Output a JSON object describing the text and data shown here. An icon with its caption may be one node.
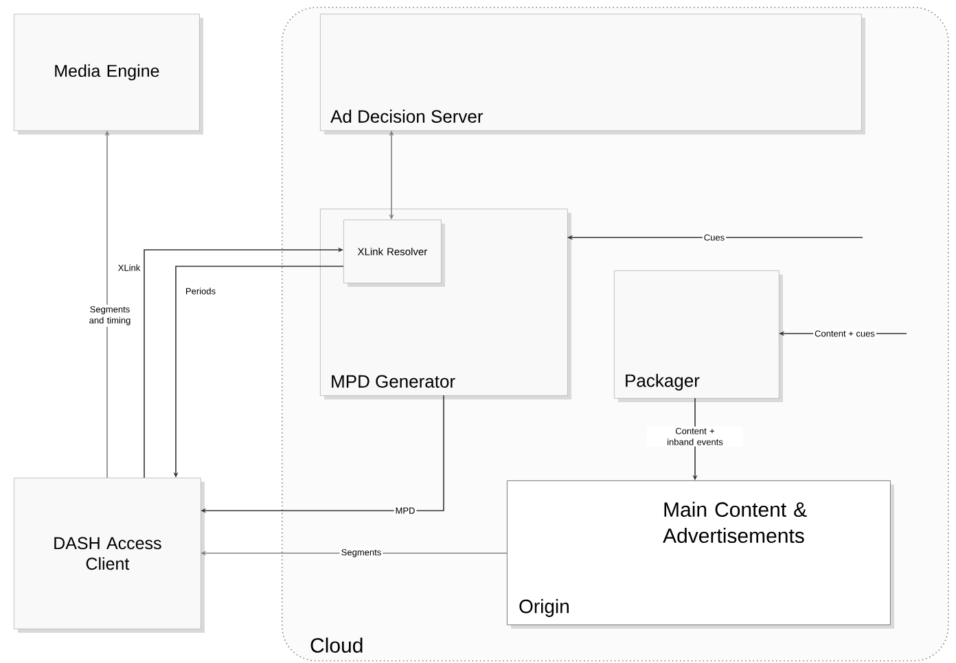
{
  "diagram": {
    "nodes": [
      {
        "text": [
          "Media Engine"
        ]
      },
      {
        "text": [
          "Cloud"
        ]
      },
      {
        "text": [
          "Ad Decision Server"
        ],
        "in": 1
      },
      {
        "text": [
          "MPD Generator"
        ],
        "in": 1
      },
      {
        "text": [
          "XLink Resolver"
        ],
        "in": 3
      },
      {
        "text": [
          "Packager"
        ],
        "in": 1
      },
      {
        "text": [
          "Main Content & Advertisements",
          "Origin"
        ],
        "in": 1
      },
      {
        "text": [
          "DASH Access Client"
        ]
      }
    ],
    "edges": [
      {
        "from": 7,
        "to": 0,
        "arrow": "to",
        "label": "Segments and timing",
        "color": "#808080"
      },
      {
        "from": 7,
        "to": 4,
        "arrow": "to",
        "label": "XLink"
      },
      {
        "from": 4,
        "to": 7,
        "arrow": "to",
        "label": "Periods"
      },
      {
        "from": 2,
        "to": 4,
        "arrow": "both",
        "color": "#808080"
      },
      {
        "from": null,
        "to": 3,
        "arrow": "to",
        "label": "Cues"
      },
      {
        "from": null,
        "to": 5,
        "arrow": "to",
        "label": "Content + cues"
      },
      {
        "from": 5,
        "to": 6,
        "arrow": "to",
        "label": "Content + inband events"
      },
      {
        "from": 3,
        "to": 7,
        "arrow": "to",
        "label": "MPD"
      },
      {
        "from": 6,
        "to": 7,
        "arrow": "to",
        "label": "Segments",
        "color": "#808080"
      }
    ]
  }
}
